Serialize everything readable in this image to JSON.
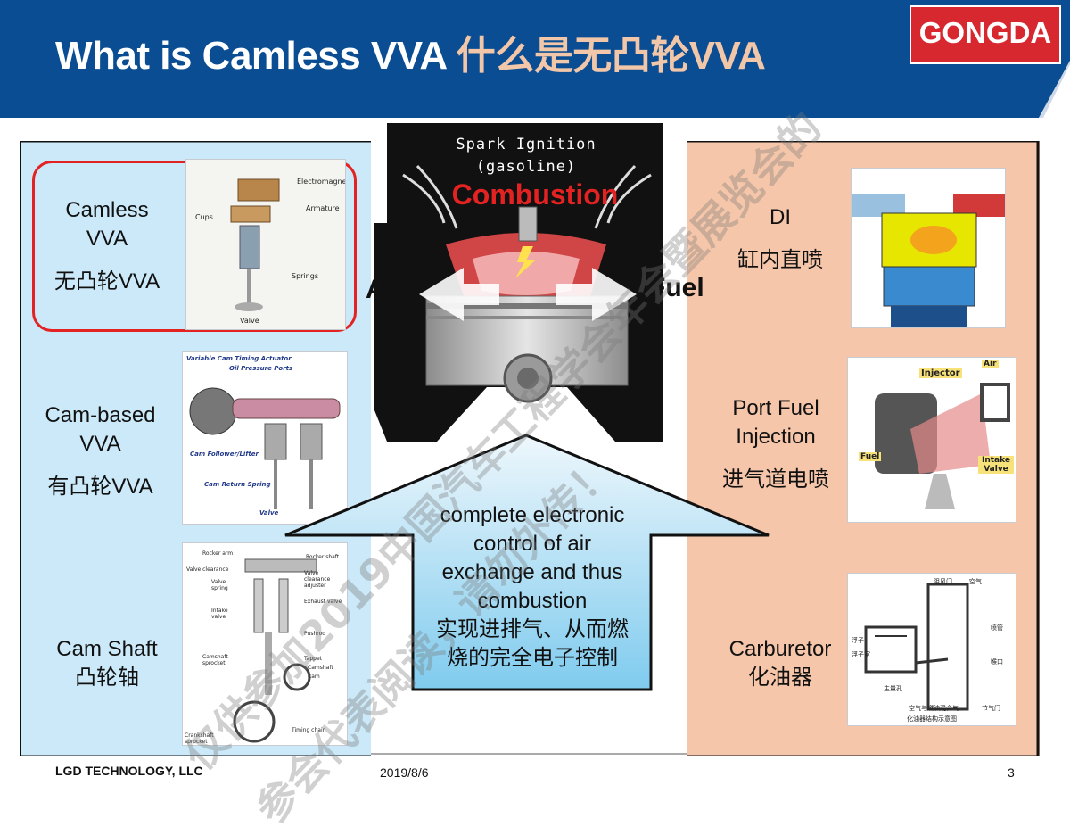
{
  "slide": {
    "title_en": "What is Camless VVA ",
    "title_cn": "什么是无凸轮VVA",
    "logo": "GONGDA",
    "colors": {
      "header_blue": "#0a4d92",
      "logo_red": "#d7282f",
      "left_panel": "#cbe9f8",
      "right_panel": "#f5c6a9",
      "circle_red": "#e32222"
    }
  },
  "left_panel": {
    "camless": {
      "line1": "Camless",
      "line2": "VVA",
      "cn": "无凸轮VVA"
    },
    "cam_based": {
      "line1": "Cam-based",
      "line2": "VVA",
      "cn": "有凸轮VVA"
    },
    "cam_shaft": {
      "line1": "Cam Shaft",
      "cn": "凸轮轴"
    },
    "img_camless": {
      "labels": [
        "Electromagnet",
        "Armature",
        "Cups",
        "Springs",
        "Valve"
      ]
    },
    "img_cambased": {
      "labels": [
        "Variable Cam Timing Actuator",
        "Oil Pressure Ports",
        "Cam Follower/Lifter",
        "Cam Return Spring",
        "Valve"
      ]
    },
    "img_camshaft": {
      "labels": [
        "Rocker arm",
        "Rocker shaft",
        "Valve clearance",
        "Valve clearance adjuster",
        "Valve spring",
        "Exhaust valve",
        "Intake valve",
        "Pushrod",
        "Camshaft sprocket",
        "Tappet",
        "Camshaft",
        "Cam",
        "Crankshaft sprocket",
        "Timing chain"
      ]
    }
  },
  "center": {
    "spark_line1": "Spark Ignition",
    "spark_line2": "(gasoline)",
    "combustion": "Combustion",
    "air": "Air",
    "fuel": "Fuel",
    "arrow_en": [
      "complete electronic",
      "control of air",
      "exchange and thus",
      "combustion"
    ],
    "arrow_cn": [
      "实现进排气、从而燃",
      "烧的完全电子控制"
    ]
  },
  "right_panel": {
    "di": {
      "en": "DI",
      "cn": "缸内直喷"
    },
    "pfi": {
      "line1": "Port Fuel",
      "line2": "Injection",
      "cn": "进气道电喷"
    },
    "carb": {
      "en": "Carburetor",
      "cn": "化油器"
    },
    "img_pfi": {
      "labels": [
        "Injector",
        "Air",
        "Fuel",
        "Intake Valve"
      ]
    },
    "img_carb": {
      "labels": [
        "阻风门",
        "空气",
        "浮子",
        "浮子室",
        "喷管",
        "喉口",
        "主量孔",
        "空气与燃油混合气",
        "节气门",
        "化油器结构示意图"
      ]
    }
  },
  "footer": {
    "company": "LGD TECHNOLOGY, LLC",
    "date": "2019/8/6",
    "page": "3"
  },
  "watermark": {
    "line1": "仅供参加2019中国汽车工程学会年会暨展览会的",
    "line2": "参会代表阅读，请勿外传！"
  }
}
